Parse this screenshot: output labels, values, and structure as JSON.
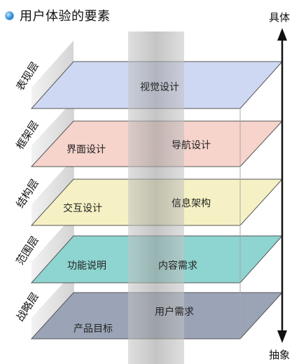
{
  "header": {
    "title": "用户体验的要素"
  },
  "axis": {
    "top_label": "具体",
    "bottom_label": "抽象"
  },
  "layers": [
    {
      "name": "表现层",
      "color": "#cfd8f3",
      "items": [
        "视觉设计"
      ]
    },
    {
      "name": "框架层",
      "color": "#f6d3cb",
      "items": [
        "界面设计",
        "导航设计"
      ]
    },
    {
      "name": "结构层",
      "color": "#f5f1c4",
      "items": [
        "交互设计",
        "信息架构"
      ]
    },
    {
      "name": "范围层",
      "color": "#8ed4d0",
      "items": [
        "功能说明",
        "内容需求"
      ]
    },
    {
      "name": "战略层",
      "color": "#9aa4b6",
      "items": [
        "产品目标",
        "用户需求"
      ]
    }
  ]
}
